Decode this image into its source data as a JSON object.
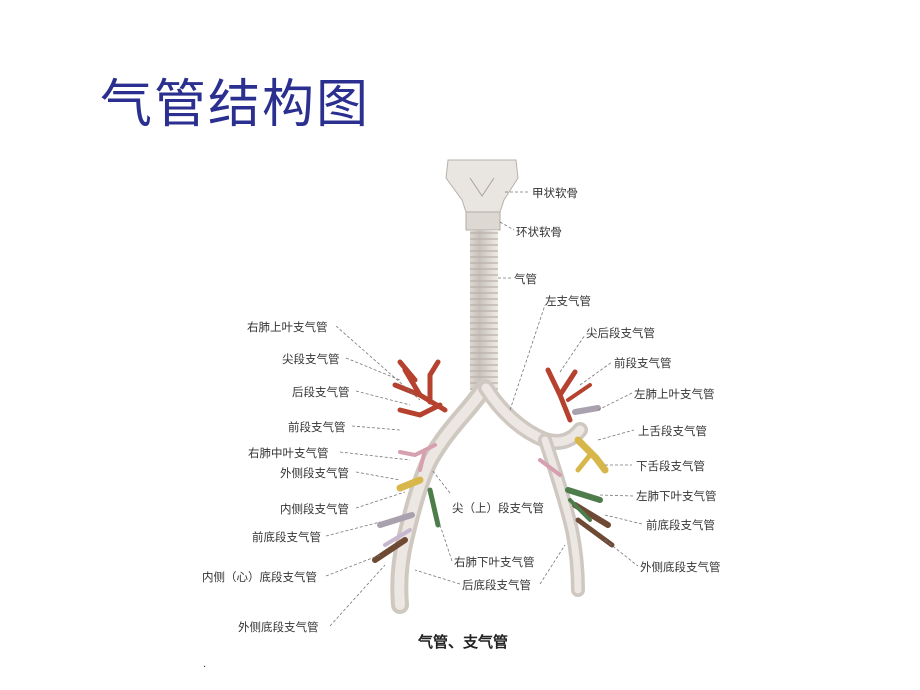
{
  "title": "气管结构图",
  "caption": "气管、支气管",
  "footnote": ".",
  "labels": {
    "thyroid": "甲状软骨",
    "cricoid": "环状软骨",
    "trachea": "气管",
    "left_main": "左支气管",
    "apicoposterior": "尖后段支气管",
    "left_anterior": "前段支气管",
    "left_upper_lobe": "左肺上叶支气管",
    "superior_lingular": "上舌段支气管",
    "inferior_lingular": "下舌段支气管",
    "left_lower_lobe": "左肺下叶支气管",
    "left_anterior_basal": "前底段支气管",
    "left_lateral_basal": "外侧底段支气管",
    "right_upper_lobe": "右肺上叶支气管",
    "right_apical": "尖段支气管",
    "right_posterior": "后段支气管",
    "right_anterior": "前段支气管",
    "right_middle_lobe": "右肺中叶支气管",
    "right_lateral": "外侧段支气管",
    "right_medial": "内侧段支气管",
    "superior_segment": "尖（上）段支气管",
    "right_anterior_basal": "前底段支气管",
    "right_lower_lobe": "右肺下叶支气管",
    "medial_basal": "内侧（心）底段支气管",
    "posterior_basal": "后底段支气管",
    "right_lateral_basal": "外侧底段支气管"
  }
}
